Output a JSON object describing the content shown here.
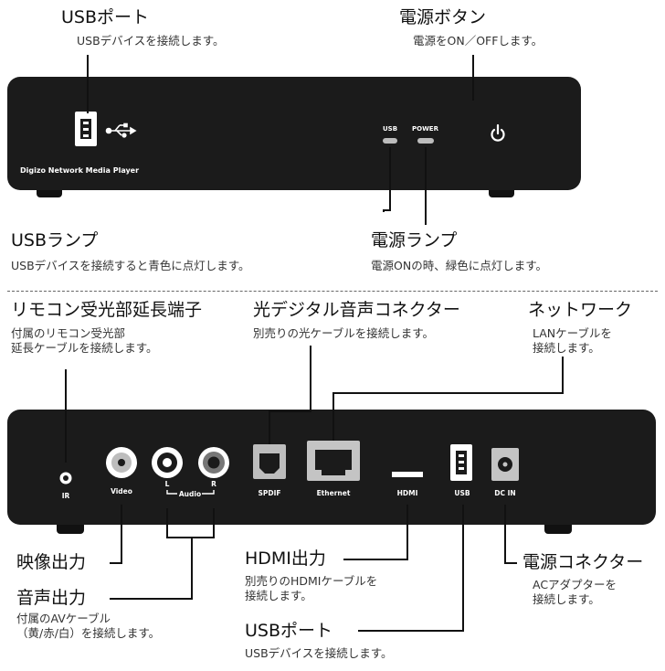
{
  "front": {
    "device_label": "Digizo Network Media Player",
    "usb_led_label": "USB",
    "power_led_label": "POWER",
    "callouts": {
      "usb_port": {
        "title": "USBポート",
        "desc": "USBデバイスを接続します。"
      },
      "power_button": {
        "title": "電源ボタン",
        "desc": "電源をON／OFFします。"
      },
      "usb_lamp": {
        "title": "USBランプ",
        "desc": "USBデバイスを接続すると青色に点灯します。"
      },
      "power_lamp": {
        "title": "電源ランプ",
        "desc": "電源ONの時、緑色に点灯します。"
      }
    }
  },
  "back": {
    "port_labels": {
      "ir": "IR",
      "video": "Video",
      "audio_l": "L",
      "audio": "Audio",
      "audio_r": "R",
      "spdif": "SPDIF",
      "ethernet": "Ethernet",
      "hdmi": "HDMI",
      "usb": "USB",
      "dc_in": "DC IN"
    },
    "callouts": {
      "ir_ext": {
        "title": "リモコン受光部延長端子",
        "desc_line1": "付属のリモコン受光部",
        "desc_line2": "延長ケーブルを接続します。"
      },
      "optical": {
        "title": "光デジタル音声コネクター",
        "desc": "別売りの光ケーブルを接続します。"
      },
      "network": {
        "title": "ネットワーク",
        "desc_line1": "LANケーブルを",
        "desc_line2": "接続します。"
      },
      "video_out": {
        "title": "映像出力"
      },
      "audio_out": {
        "title": "音声出力",
        "desc_line1": "付属のAVケーブル",
        "desc_line2": "（黄/赤/白）を接続します。"
      },
      "hdmi_out": {
        "title": "HDMI出力",
        "desc_line1": "別売りのHDMIケーブルを",
        "desc_line2": "接続します。"
      },
      "usb_port": {
        "title": "USBポート",
        "desc": "USBデバイスを接続します。"
      },
      "power_conn": {
        "title": "電源コネクター",
        "desc_line1": "ACアダプターを",
        "desc_line2": "接続します。"
      }
    }
  }
}
